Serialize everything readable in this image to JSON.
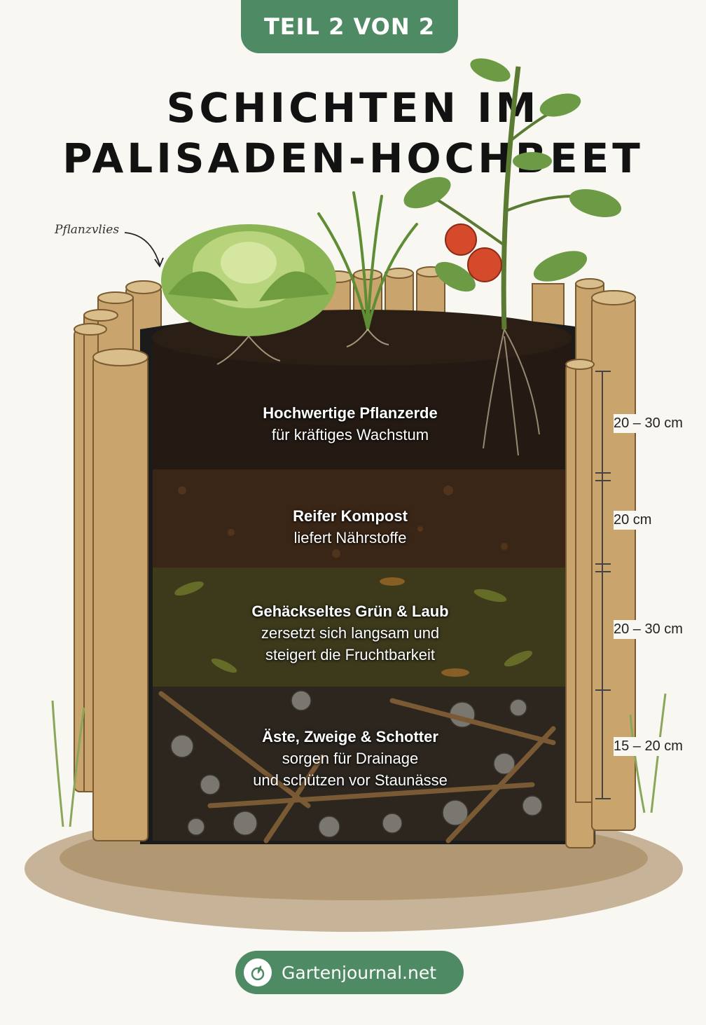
{
  "header": {
    "badge": "TEIL 2 VON 2"
  },
  "title": {
    "line1": "SCHICHTEN IM",
    "line2": "PALISADEN-HOCHBEET"
  },
  "annotation": {
    "fleece": "Pflanzvlies"
  },
  "layers": [
    {
      "title": "Hochwertige Pflanzerde",
      "desc1": "für kräftiges Wachstum",
      "desc2": "",
      "depth": "20 – 30 cm"
    },
    {
      "title": "Reifer Kompost",
      "desc1": "liefert Nährstoffe",
      "desc2": "",
      "depth": "20 cm"
    },
    {
      "title": "Gehäckseltes Grün & Laub",
      "desc1": "zersetzt sich langsam und",
      "desc2": "steigert die Fruchtbarkeit",
      "depth": "20 – 30 cm"
    },
    {
      "title": "Äste, Zweige & Schotter",
      "desc1": "sorgen für Drainage",
      "desc2": "und schützen vor Staunässe",
      "depth": "15 – 20 cm"
    }
  ],
  "footer": {
    "brand": "Gartenjournal.net"
  },
  "colors": {
    "accent": "#4e8a63",
    "soil": "#241a13",
    "compost": "#3a2616",
    "green_layer": "#3d3a1c",
    "gravel": "#2c261f",
    "wood": "#c9a46c"
  }
}
